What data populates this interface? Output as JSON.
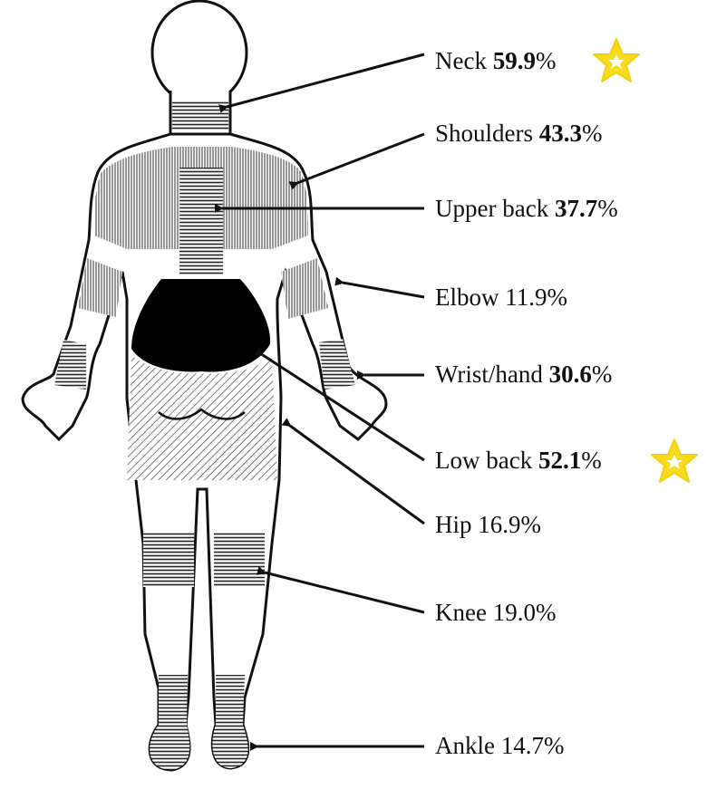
{
  "regions": [
    {
      "key": "neck",
      "label": "Neck",
      "value": "59.9",
      "unit": "%",
      "bold": true,
      "starred": true
    },
    {
      "key": "shoulders",
      "label": "Shoulders",
      "value": "43.3",
      "unit": "%",
      "bold": true,
      "starred": false
    },
    {
      "key": "upper-back",
      "label": "Upper back",
      "value": "37.7",
      "unit": "%",
      "bold": true,
      "starred": false
    },
    {
      "key": "elbow",
      "label": "Elbow",
      "value": "11.9",
      "unit": "%",
      "bold": false,
      "starred": false
    },
    {
      "key": "wrist-hand",
      "label": "Wrist/hand",
      "value": "30.6",
      "unit": "%",
      "bold": true,
      "starred": false
    },
    {
      "key": "low-back",
      "label": "Low back",
      "value": "52.1",
      "unit": "%",
      "bold": true,
      "starred": true
    },
    {
      "key": "hip",
      "label": "Hip",
      "value": "16.9",
      "unit": "%",
      "bold": false,
      "starred": false
    },
    {
      "key": "knee",
      "label": "Knee",
      "value": "19.0",
      "unit": "%",
      "bold": false,
      "starred": false
    },
    {
      "key": "ankle",
      "label": "Ankle",
      "value": "14.7",
      "unit": "%",
      "bold": false,
      "starred": false
    }
  ],
  "colors": {
    "outline": "#111111",
    "arrow": "#111111",
    "star_fill": "#f7dc1d",
    "star_inner": "#ffffff"
  },
  "icons": {
    "highlight": "star-icon"
  }
}
